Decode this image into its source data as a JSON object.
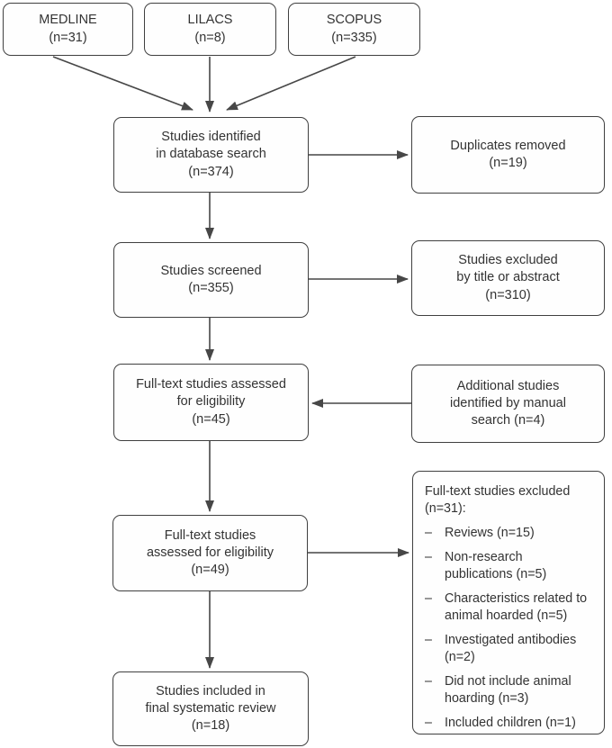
{
  "figure": {
    "kind": "prisma-flow-diagram"
  },
  "colors": {
    "background": "#ffffff",
    "box_fill": "#fefefe",
    "box_border": "#404040",
    "text": "#333333",
    "arrow": "#474747"
  },
  "boxes": {
    "medline": {
      "label": "MEDLINE\n(n=31)"
    },
    "lilacs": {
      "label": "LILACS\n(n=8)"
    },
    "scopus": {
      "label": "SCOPUS\n(n=335)"
    },
    "identified": {
      "label": "Studies identified\nin database search\n(n=374)"
    },
    "duplicates": {
      "label": "Duplicates removed\n(n=19)"
    },
    "screened": {
      "label": "Studies screened\n(n=355)"
    },
    "excluded_title_abstract": {
      "label": "Studies excluded\nby title or abstract\n(n=310)"
    },
    "fulltext_eligibility_45": {
      "label": "Full-text studies assessed\nfor eligibility\n(n=45)"
    },
    "manual_search": {
      "label": "Additional studies\nidentified by manual\nsearch (n=4)"
    },
    "fulltext_eligibility_49": {
      "label": "Full-text studies\nassessed for eligibility\n(n=49)"
    },
    "excluded_fulltext": {
      "title": "Full-text studies excluded (n=31):",
      "marker": "–",
      "items": [
        "Reviews (n=15)",
        "Non-research publications (n=5)",
        "Characteristics related to animal hoarded (n=5)",
        "Investigated antibodies (n=2)",
        "Did not include animal hoarding (n=3)",
        "Included children (n=1)"
      ]
    },
    "included": {
      "label": "Studies included in\nfinal systematic review\n(n=18)"
    }
  }
}
